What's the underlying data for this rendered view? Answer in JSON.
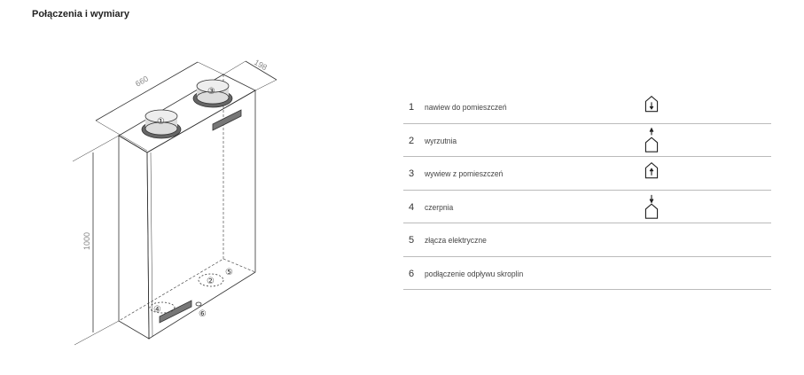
{
  "title": "Połączenia i wymiary",
  "dimensions": {
    "width": "660",
    "depth": "198",
    "height": "1000"
  },
  "markers": [
    "①",
    "②",
    "③",
    "④",
    "⑤",
    "⑥"
  ],
  "legend": [
    {
      "num": "1",
      "label": "nawiew do pomieszczeń",
      "icon": "house-arrow-down-inside-icon"
    },
    {
      "num": "2",
      "label": "wyrzutnia",
      "icon": "house-arrow-up-above-icon"
    },
    {
      "num": "3",
      "label": "wywiew z pomieszczeń",
      "icon": "house-arrow-up-inside-icon"
    },
    {
      "num": "4",
      "label": "czerpnia",
      "icon": "house-arrow-down-above-icon"
    },
    {
      "num": "5",
      "label": "złącza elektryczne"
    },
    {
      "num": "6",
      "label": "podłączenie odpływu skroplin"
    }
  ]
}
